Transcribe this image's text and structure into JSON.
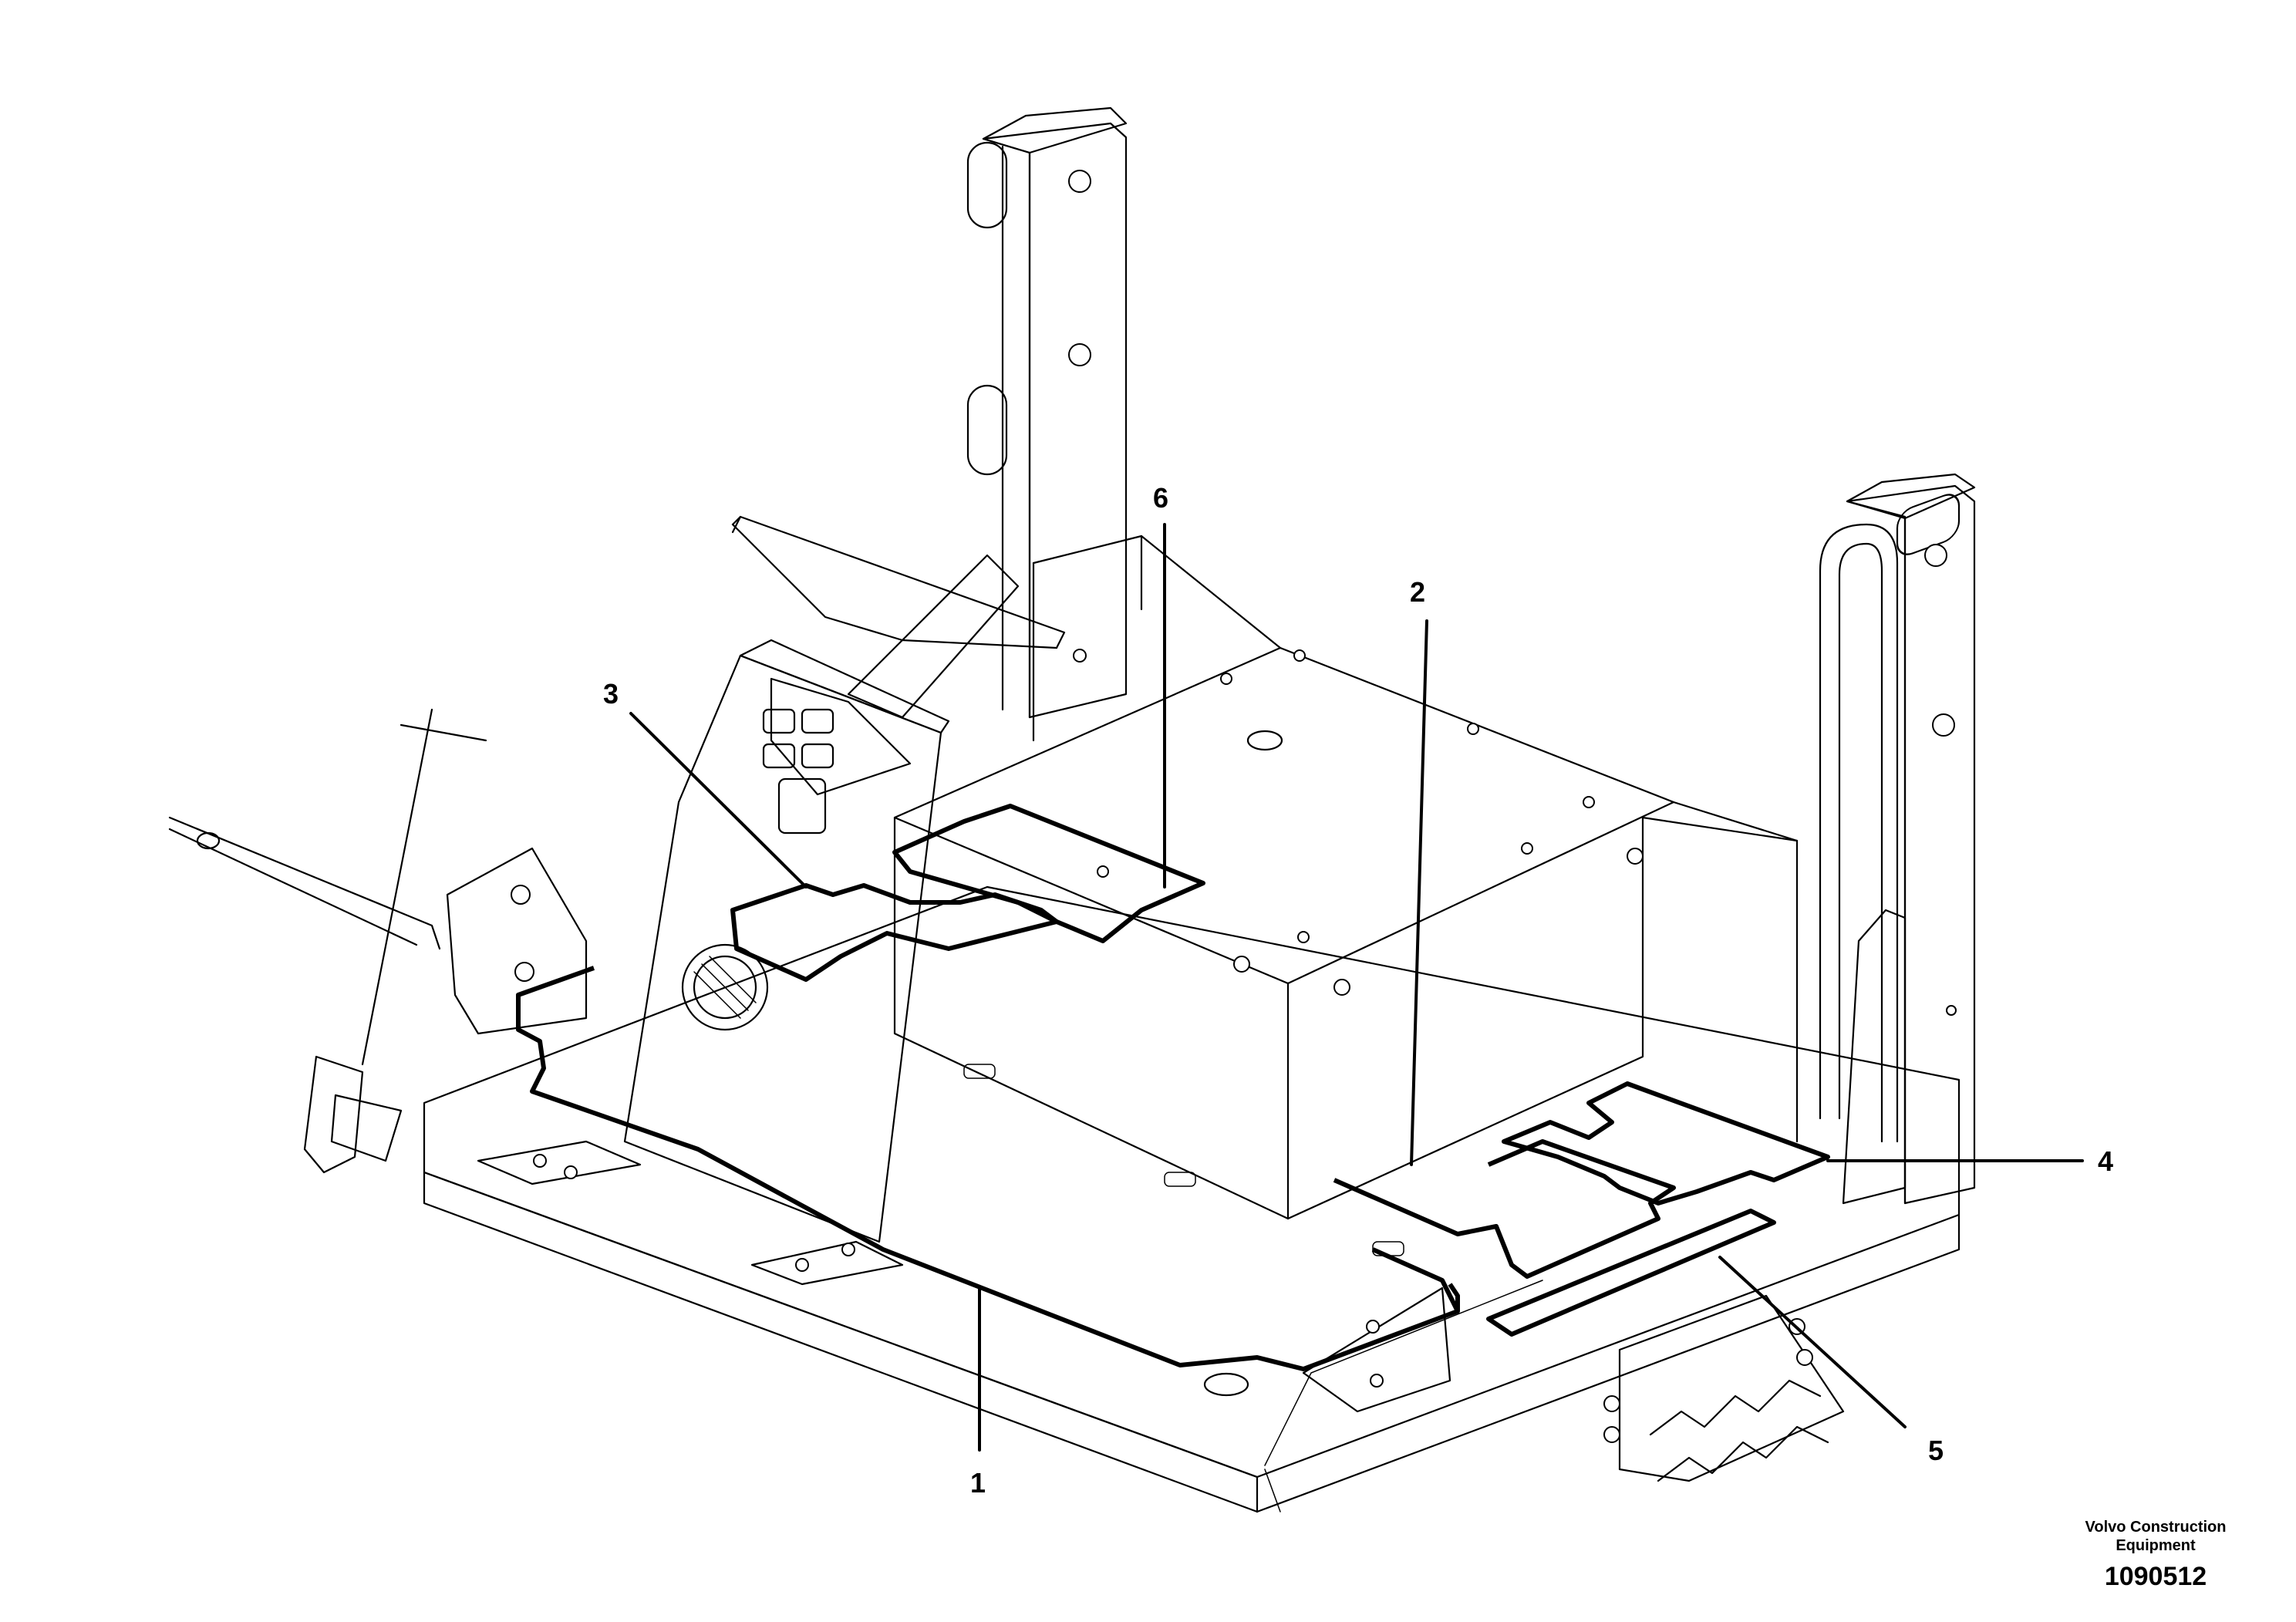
{
  "callouts": [
    {
      "id": "1",
      "label": "1"
    },
    {
      "id": "2",
      "label": "2"
    },
    {
      "id": "3",
      "label": "3"
    },
    {
      "id": "4",
      "label": "4"
    },
    {
      "id": "5",
      "label": "5"
    },
    {
      "id": "6",
      "label": "6"
    }
  ],
  "credit": {
    "line1": "Volvo Construction",
    "line2": "Equipment",
    "doc_number": "1090512"
  }
}
